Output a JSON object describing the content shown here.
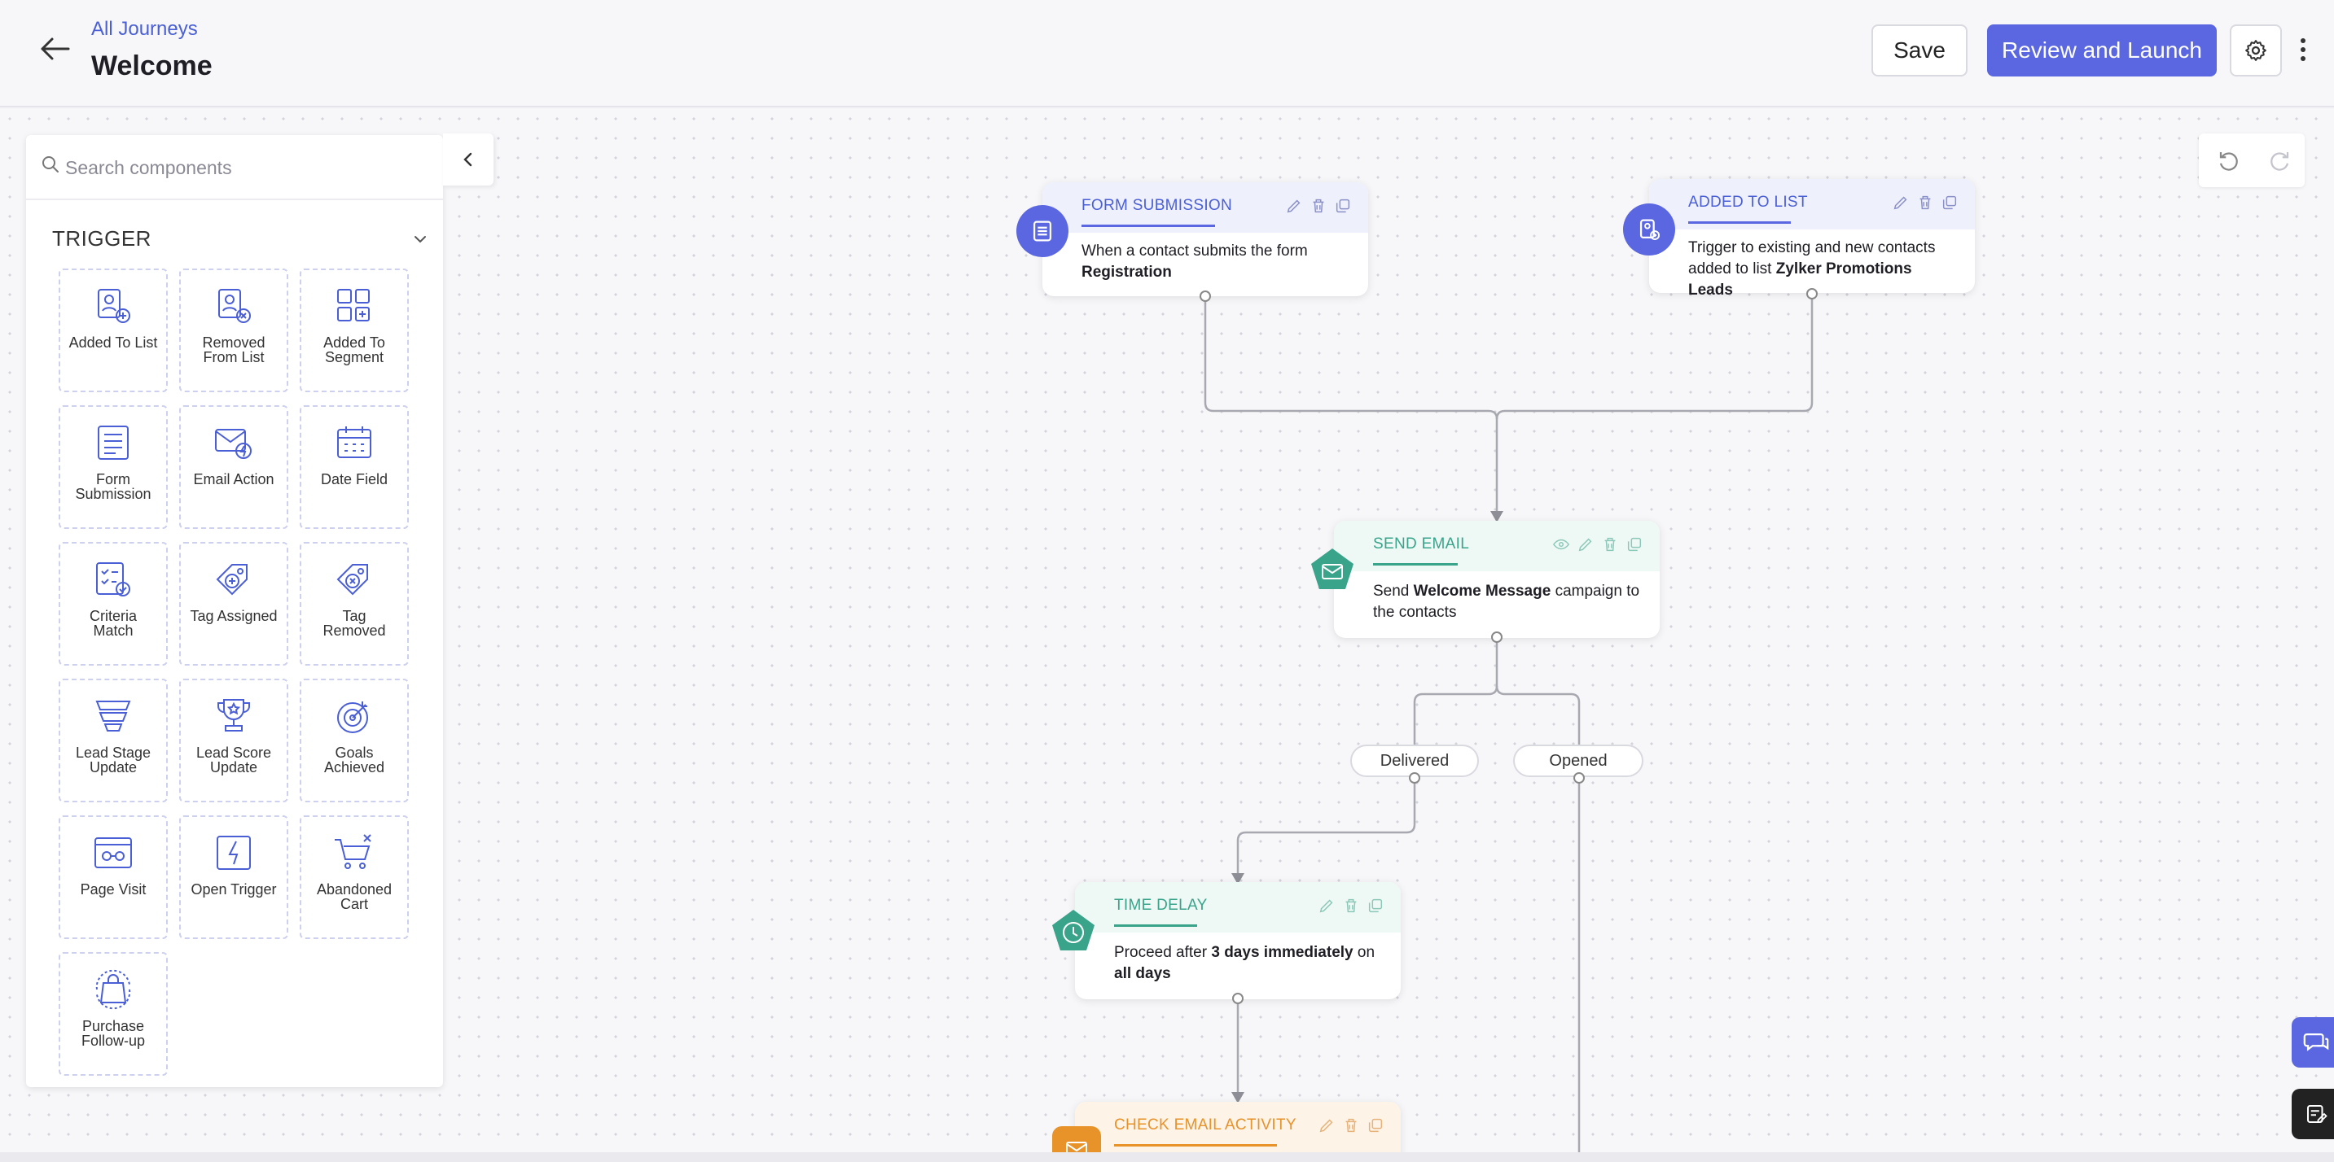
{
  "header": {
    "breadcrumb": "All Journeys",
    "title": "Welcome",
    "save_label": "Save",
    "launch_label": "Review and Launch"
  },
  "panel": {
    "search_placeholder": "Search components",
    "section_title": "TRIGGER",
    "components": [
      {
        "label": "Added To List",
        "icon": "list-add-icon"
      },
      {
        "label": "Removed From List",
        "icon": "list-remove-icon"
      },
      {
        "label": "Added To Segment",
        "icon": "segment-add-icon"
      },
      {
        "label": "Form Submission",
        "icon": "form-icon"
      },
      {
        "label": "Email Action",
        "icon": "email-action-icon"
      },
      {
        "label": "Date Field",
        "icon": "calendar-icon"
      },
      {
        "label": "Criteria Match",
        "icon": "criteria-icon"
      },
      {
        "label": "Tag Assigned",
        "icon": "tag-add-icon"
      },
      {
        "label": "Tag Removed",
        "icon": "tag-remove-icon"
      },
      {
        "label": "Lead Stage Update",
        "icon": "funnel-icon"
      },
      {
        "label": "Lead Score Update",
        "icon": "trophy-icon"
      },
      {
        "label": "Goals Achieved",
        "icon": "target-icon"
      },
      {
        "label": "Page Visit",
        "icon": "page-visit-icon"
      },
      {
        "label": "Open Trigger",
        "icon": "open-trigger-icon"
      },
      {
        "label": "Abandoned Cart",
        "icon": "cart-icon"
      },
      {
        "label": "Purchase Follow-up",
        "icon": "purchase-icon"
      }
    ]
  },
  "nodes": {
    "form_submission": {
      "title": "FORM SUBMISSION",
      "body_prefix": "When a contact submits the form",
      "body_bold": "Registration"
    },
    "added_to_list": {
      "title": "ADDED TO LIST",
      "body_prefix": "Trigger to existing and new contacts added to list",
      "body_bold": "Zylker Promotions Leads"
    },
    "send_email": {
      "title": "SEND EMAIL",
      "body_prefix": "Send",
      "body_bold": "Welcome Message",
      "body_suffix": "campaign to the contacts"
    },
    "time_delay": {
      "title": "TIME DELAY",
      "body_prefix": "Proceed after",
      "body_bold1": "3 days immediately",
      "body_mid": "on",
      "body_bold2": "all days"
    },
    "check_email_activity": {
      "title": "CHECK EMAIL ACTIVITY"
    }
  },
  "branches": {
    "delivered": "Delivered",
    "opened": "Opened"
  },
  "colors": {
    "primary": "#5b67e0",
    "trigger": "#4a5fd6",
    "action": "#3aa48a",
    "check": "#e8922a"
  }
}
